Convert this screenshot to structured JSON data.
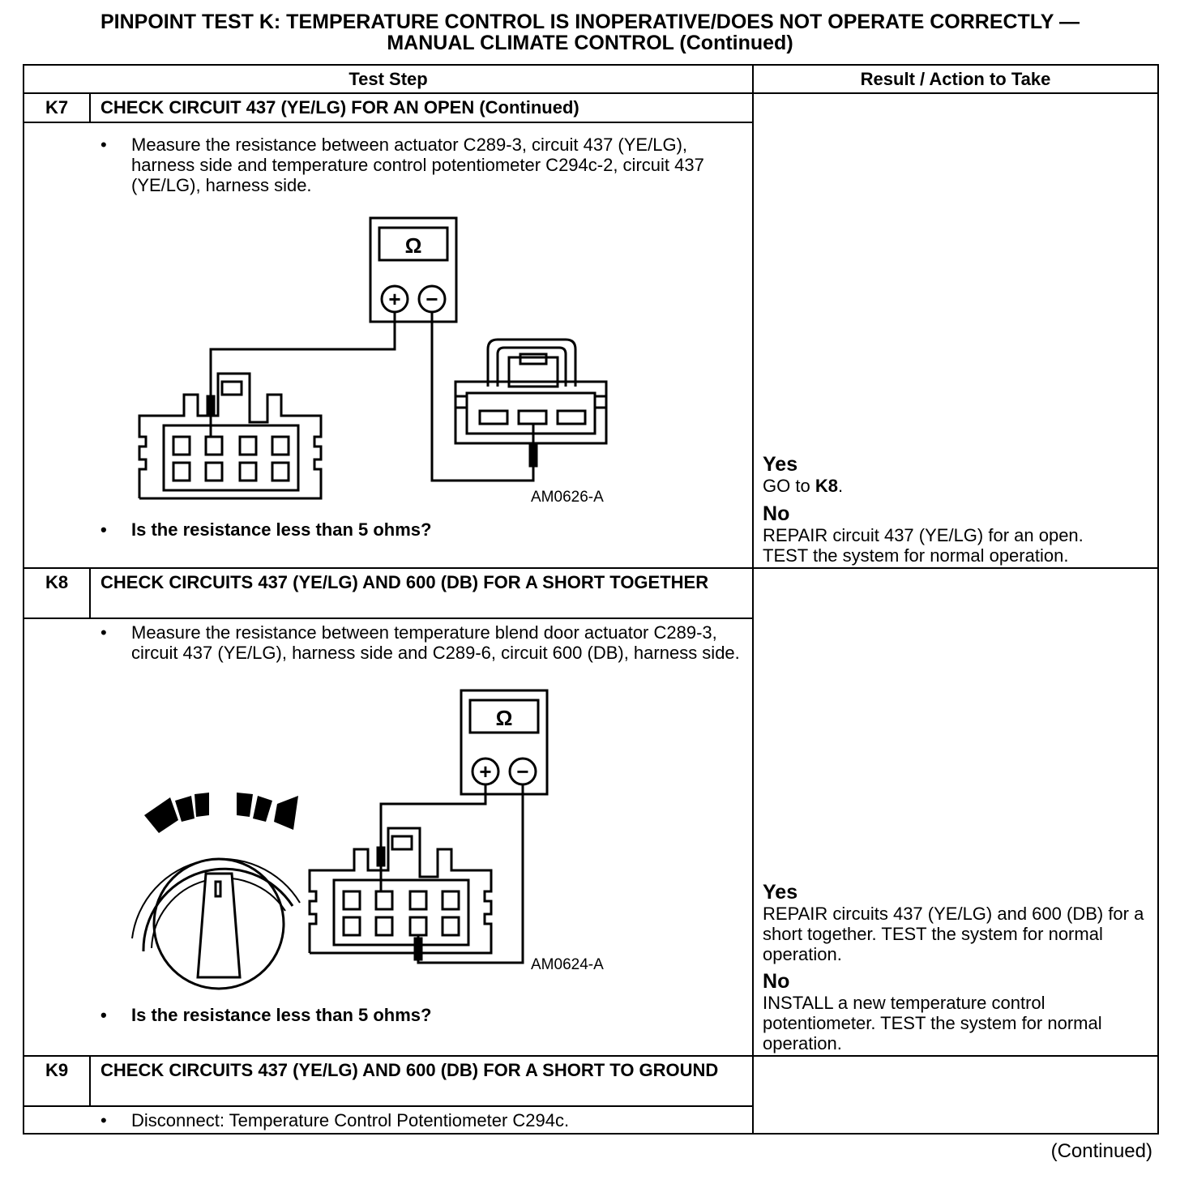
{
  "title": {
    "line1": "PINPOINT TEST  K: TEMPERATURE CONTROL IS INOPERATIVE/DOES NOT OPERATE CORRECTLY —",
    "line2": "MANUAL CLIMATE CONTROL (Continued)"
  },
  "headers": {
    "test_step": "Test Step",
    "result": "Result / Action to Take"
  },
  "steps": {
    "k7": {
      "id": "K7",
      "title": "CHECK CIRCUIT 437 (YE/LG) FOR AN OPEN (Continued)",
      "bullet": "•",
      "instruction": "Measure the resistance between actuator C289-3, circuit 437 (YE/LG), harness side and temperature control potentiometer C294c-2, circuit 437 (YE/LG), harness side.",
      "figure": {
        "ohm": "Ω",
        "plus": "+",
        "minus": "−",
        "code": "AM0626-A"
      },
      "question": "Is the resistance less than 5 ohms?",
      "yes_label": "Yes",
      "yes_pre": "GO to ",
      "yes_bold": "K8",
      "yes_post": ".",
      "no_label": "No",
      "no_text_1": "REPAIR circuit 437 (YE/LG) for an open.",
      "no_text_2": "TEST the system for normal operation."
    },
    "k8": {
      "id": "K8",
      "title": "CHECK CIRCUITS 437 (YE/LG) AND 600 (DB) FOR A SHORT TOGETHER",
      "bullet": "•",
      "instruction": "Measure the resistance between temperature blend door actuator C289-3, circuit 437 (YE/LG), harness side and C289-6, circuit 600 (DB), harness side.",
      "figure": {
        "ohm": "Ω",
        "plus": "+",
        "minus": "−",
        "code": "AM0624-A"
      },
      "question": "Is the resistance less than 5 ohms?",
      "yes_label": "Yes",
      "yes_text": "REPAIR circuits 437 (YE/LG) and 600 (DB) for a short together. TEST the system for normal operation.",
      "no_label": "No",
      "no_text": "INSTALL a new temperature control potentiometer. TEST the system for normal operation."
    },
    "k9": {
      "id": "K9",
      "title": "CHECK CIRCUITS 437 (YE/LG) AND 600 (DB) FOR A SHORT TO GROUND",
      "bullet": "•",
      "instruction": "Disconnect: Temperature Control Potentiometer C294c."
    }
  },
  "footer": {
    "continued": "(Continued)"
  }
}
